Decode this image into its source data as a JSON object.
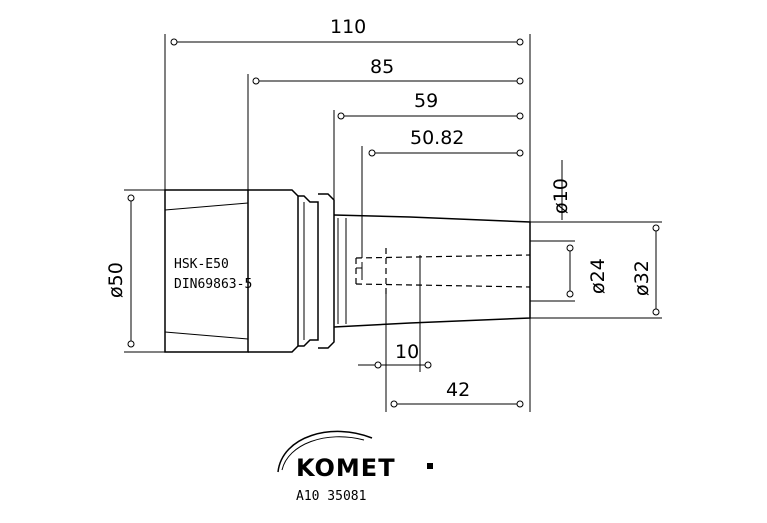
{
  "dimensions": {
    "length_110": "110",
    "length_85": "85",
    "length_59": "59",
    "length_50_82": "50.82",
    "length_10": "10",
    "length_42": "42",
    "dia_50": "ø50",
    "dia_10": "ø10",
    "dia_24": "ø24",
    "dia_32": "ø32"
  },
  "part": {
    "spec_line1": "HSK-E50",
    "spec_line2": "DIN69863-5"
  },
  "brand": {
    "logo_text": "KOMET",
    "article_number": "A10 35081"
  }
}
